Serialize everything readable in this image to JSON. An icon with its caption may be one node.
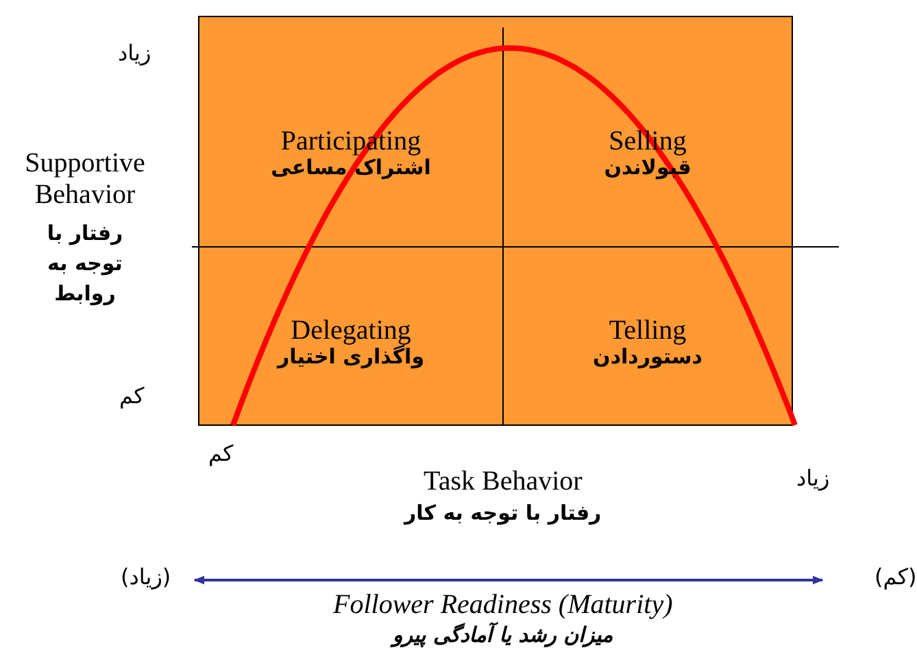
{
  "diagram": {
    "nodes": [
      {
        "text": [
          "Participating",
          "اشتراک مساعی"
        ]
      },
      {
        "text": [
          "Selling",
          "قبولاندن"
        ]
      },
      {
        "text": [
          "Delegating",
          "واگذاری اختیار"
        ]
      },
      {
        "text": [
          "Telling",
          "دستوردادن"
        ]
      }
    ],
    "labels": [
      "زیاد",
      "Supportive Behavior",
      "رفتار با توجه به روابط",
      "کم",
      "کم",
      "Task Behavior",
      "زیاد",
      "رفتار با توجه به کار",
      "(زیاد)",
      "(کم)",
      "Follower Readiness (Maturity)",
      "میزان رشد یا آمادگی پیرو"
    ]
  }
}
